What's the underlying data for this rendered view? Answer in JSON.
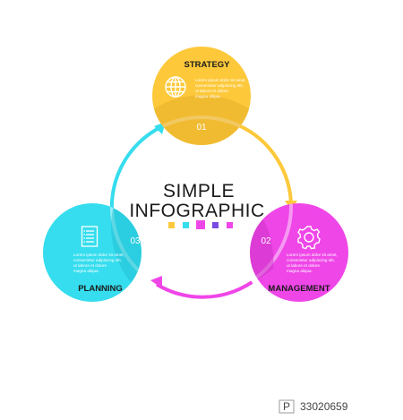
{
  "colors": {
    "yellow": "#FDC93B",
    "cyan": "#35DDEE",
    "magenta": "#EF46E8",
    "dark": "#1a1a1a",
    "dot_violet": "#7A4BE3"
  },
  "title": {
    "line1": "SIMPLE",
    "line2": "INFOGRAPHIC"
  },
  "color_squares": [
    "#FDC93B",
    "#35DDEE",
    "#EF46E8",
    "#7A4BE3",
    "#EF46E8"
  ],
  "nodes": [
    {
      "key": "strategy",
      "title": "STRATEGY",
      "number": "01",
      "icon": "globe-icon",
      "color": "#FDC93B",
      "text": [
        "Lorem ipsum dolor sit amet,",
        "consectetur adipiscing elit,",
        "ut labore et dolore",
        "magna aliqua."
      ]
    },
    {
      "key": "management",
      "title": "MANAGEMENT",
      "number": "02",
      "icon": "gear-icon",
      "color": "#EF46E8",
      "text": [
        "Lorem ipsum dolor sit amet,",
        "consectetur adipiscing elit,",
        "ut labore et dolore",
        "magna aliqua."
      ]
    },
    {
      "key": "planning",
      "title": "PLANNING",
      "number": "03",
      "icon": "document-icon",
      "color": "#35DDEE",
      "text": [
        "Lorem ipsum dolor sit amet,",
        "consectetur adipiscing elit,",
        "ut labore et dolore",
        "magna aliqua."
      ]
    }
  ],
  "watermark": {
    "number": "33020659"
  }
}
